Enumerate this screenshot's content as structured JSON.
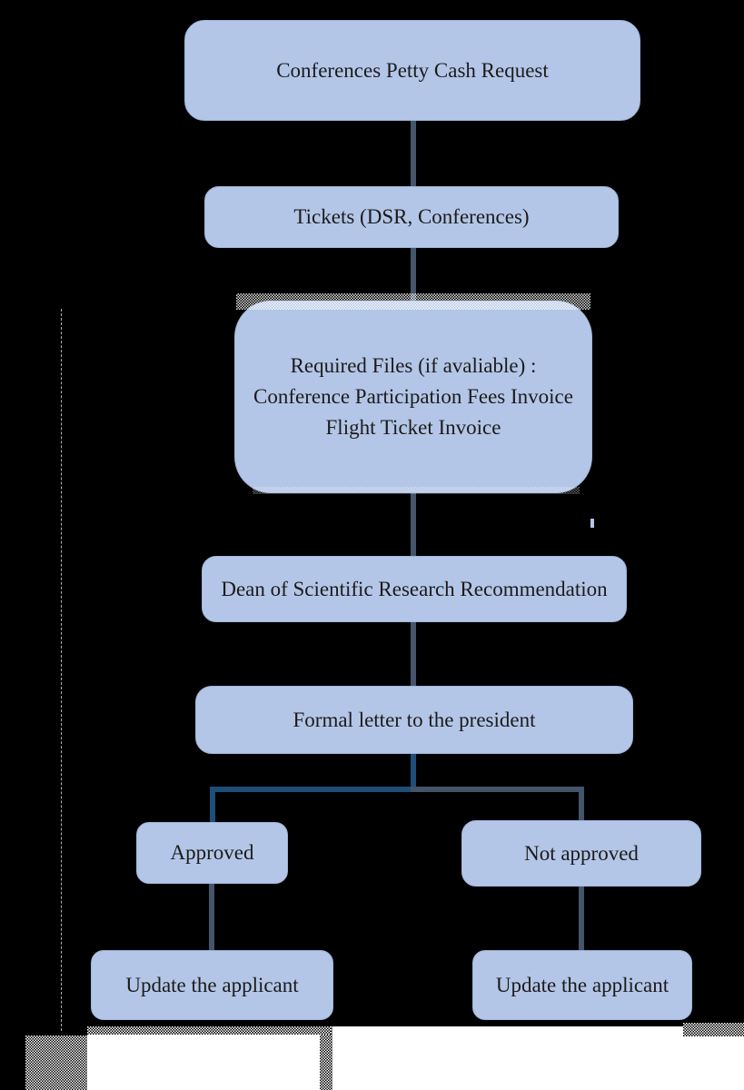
{
  "flowchart": {
    "conferences_request": "Conferences Petty Cash Request",
    "tickets": "Tickets (DSR, Conferences)",
    "required_files_line1": "Required Files (if avaliable) :",
    "required_files_line2": "Conference Participation Fees Invoice",
    "required_files_line3": "Flight Ticket Invoice",
    "dean_recommendation": "Dean of Scientific Research Recommendation",
    "formal_letter": "Formal letter to the president",
    "approved": "Approved",
    "not_approved": "Not approved",
    "update_applicant_left": "Update the applicant",
    "update_applicant_right": "Update the applicant"
  },
  "colors": {
    "canvas": "#000000",
    "node_fill": "#b4c6e7",
    "node_border": "#9fb4d9",
    "connector_slate": "#44546a",
    "connector_navy": "#1f4e79",
    "text": "#1b1b1b",
    "page_strip": "#ffffff"
  }
}
